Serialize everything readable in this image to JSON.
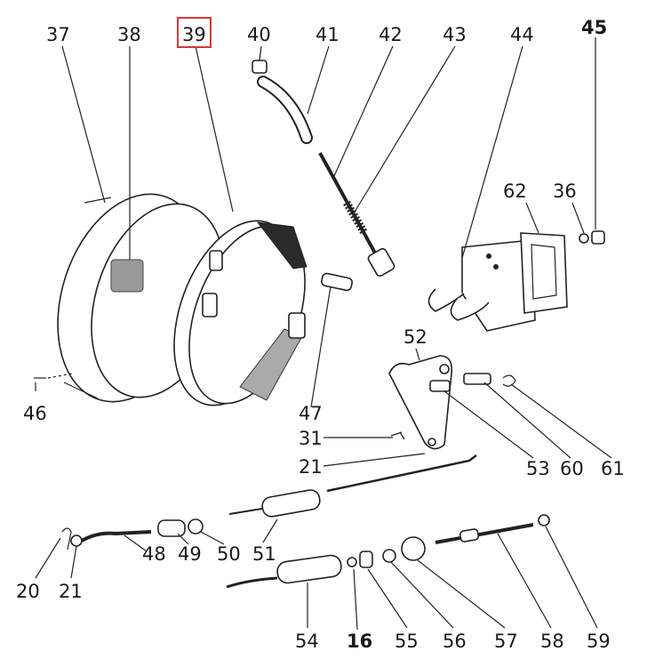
{
  "diagram": {
    "highlight_label": "39",
    "labels": [
      {
        "id": "37",
        "text": "37"
      },
      {
        "id": "38",
        "text": "38"
      },
      {
        "id": "39",
        "text": "39"
      },
      {
        "id": "40",
        "text": "40"
      },
      {
        "id": "41",
        "text": "41"
      },
      {
        "id": "42",
        "text": "42"
      },
      {
        "id": "43",
        "text": "43"
      },
      {
        "id": "44",
        "text": "44"
      },
      {
        "id": "45",
        "text": "45"
      },
      {
        "id": "62",
        "text": "62"
      },
      {
        "id": "36",
        "text": "36"
      },
      {
        "id": "46",
        "text": "46"
      },
      {
        "id": "47",
        "text": "47"
      },
      {
        "id": "52",
        "text": "52"
      },
      {
        "id": "31",
        "text": "31"
      },
      {
        "id": "21a",
        "text": "21"
      },
      {
        "id": "53",
        "text": "53"
      },
      {
        "id": "60",
        "text": "60"
      },
      {
        "id": "61",
        "text": "61"
      },
      {
        "id": "20",
        "text": "20"
      },
      {
        "id": "21b",
        "text": "21"
      },
      {
        "id": "48",
        "text": "48"
      },
      {
        "id": "49",
        "text": "49"
      },
      {
        "id": "50",
        "text": "50"
      },
      {
        "id": "51",
        "text": "51"
      },
      {
        "id": "54",
        "text": "54"
      },
      {
        "id": "16",
        "text": "16"
      },
      {
        "id": "55",
        "text": "55"
      },
      {
        "id": "56",
        "text": "56"
      },
      {
        "id": "57",
        "text": "57"
      },
      {
        "id": "58",
        "text": "58"
      },
      {
        "id": "59",
        "text": "59"
      }
    ]
  }
}
